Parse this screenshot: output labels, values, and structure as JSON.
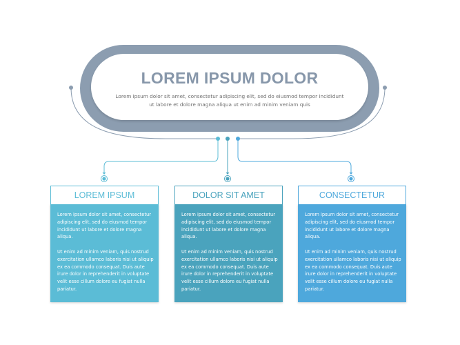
{
  "header": {
    "title": "LOREM IPSUM DOLOR",
    "subtitle": "Lorem ipsum dolor sit amet, consectetur adipiscing elit, sed do eiusmod tempor incididunt ut labore et dolore magna aliqua ut enim ad minim veniam quis"
  },
  "colors": {
    "pill": "#8c9db0",
    "title": "#8797aa",
    "card1": "#5bbcd6",
    "card2": "#4aa3bd",
    "card3": "#4ea8dc",
    "connector_gray": "#8c9db0"
  },
  "cards": [
    {
      "title": "LOREM IPSUM",
      "para1": "Lorem ipsum dolor sit amet, consectetur adipiscing elit, sed do eiusmod tempor incididunt ut labore et dolore magna aliqua.",
      "para2": "Ut enim ad minim veniam, quis nostrud exercitation ullamco laboris nisi ut aliquip ex ea commodo consequat. Duis aute irure dolor in reprehenderit in voluptate velit esse cillum dolore eu fugiat nulla pariatur."
    },
    {
      "title": "DOLOR SIT AMET",
      "para1": "Lorem ipsum dolor sit amet, consectetur adipiscing elit, sed do eiusmod tempor incididunt ut labore et dolore magna aliqua.",
      "para2": "Ut enim ad minim veniam, quis nostrud exercitation ullamco laboris nisi ut aliquip ex ea commodo consequat. Duis aute irure dolor in reprehenderit in voluptate velit esse cillum dolore eu fugiat nulla pariatur."
    },
    {
      "title": "CONSECTETUR",
      "para1": "Lorem ipsum dolor sit amet, consectetur adipiscing elit, sed do eiusmod tempor incididunt ut labore et dolore magna aliqua.",
      "para2": "Ut enim ad minim veniam, quis nostrud exercitation ullamco laboris nisi ut aliquip ex ea commodo consequat. Duis aute irure dolor in reprehenderit in voluptate velit esse cillum dolore eu fugiat nulla pariatur."
    }
  ]
}
